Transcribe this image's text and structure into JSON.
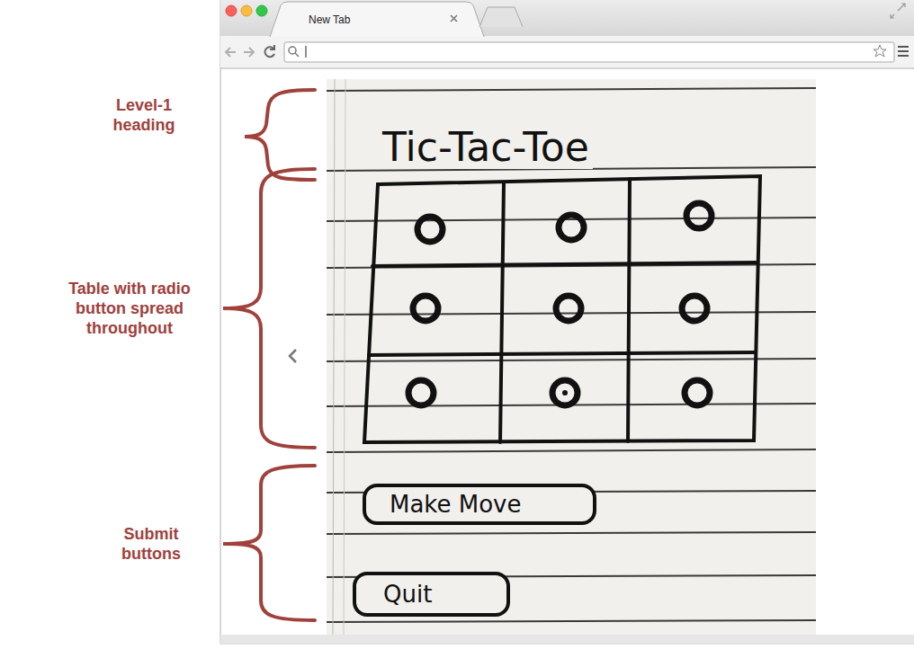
{
  "diagram": {
    "nodes": [
      {
        "text": [
          "Make Move"
        ]
      },
      {
        "text": [
          "Quit"
        ]
      }
    ],
    "labels": [
      "New Tab",
      "Tic-Tac-Toe",
      "Level-1 heading",
      "Table with radio button spread throughout",
      "Submit buttons"
    ]
  }
}
